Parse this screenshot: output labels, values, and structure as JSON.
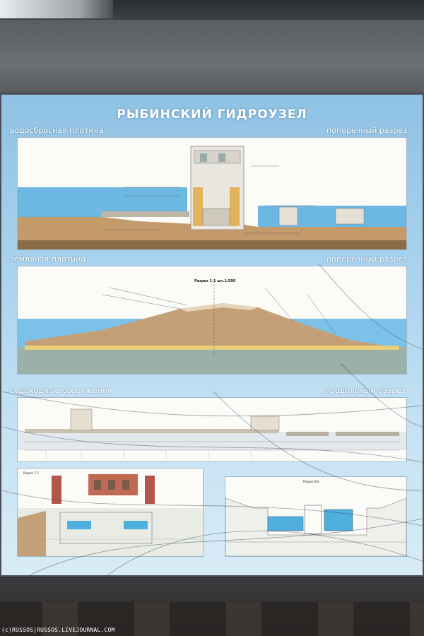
{
  "board": {
    "title": "РЫБИНСКИЙ ГИДРОУЗЕЛ",
    "sections": [
      {
        "left": "водосбросная плотина",
        "right": "поперечный разрез"
      },
      {
        "left": "земляная плотина",
        "right": "поперечный разрез"
      },
      {
        "left": "судоходные сооружения",
        "right": "продольный разрез"
      }
    ],
    "earth_dam_section_label": "Разрез 1-1 шт.1:500",
    "ship_lock_section_a": "Разрез 7-7",
    "ship_lock_section_b": "Разрез 8-8"
  },
  "photo": {
    "caption": "(c)RUSSOS|RUSSOS.LIVEJOURNAL.COM"
  },
  "colors": {
    "board_blue": "#a8d2ee",
    "water": "#5fb4e0",
    "soil": "#c49a6a",
    "sand": "#e8cf7a"
  }
}
